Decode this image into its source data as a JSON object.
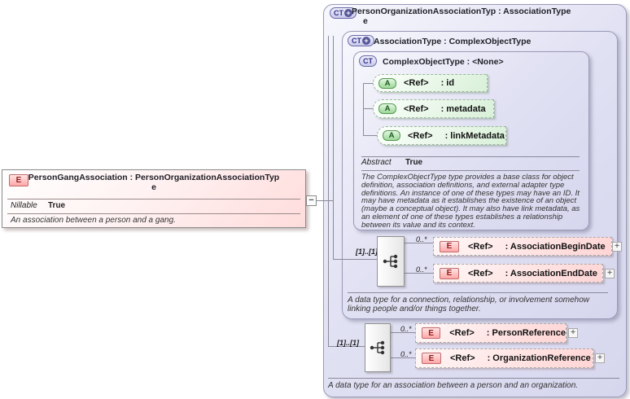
{
  "icons": {
    "collapse": "−",
    "expand": "+",
    "ct_plus": "+"
  },
  "colors": {
    "type_box_fill": "#dcdcf2",
    "type_box_border": "#9a9ab8",
    "element_fill": "#ffdcdc",
    "element_badge_border": "#c26a6a",
    "attribute_fill": "#d8f0d8",
    "attribute_badge_border": "#55994f",
    "ct_badge_text": "#32328c"
  },
  "element_box": {
    "badge": "E",
    "title_lines": [
      "PersonGangAssociation : PersonOrganizationAssociationTyp",
      "e"
    ],
    "properties": [
      {
        "name": "Nillable",
        "value": "True"
      }
    ],
    "description": "An association between a person and a gang."
  },
  "outer_type": {
    "badge": "CT",
    "title_lines": [
      "PersonOrganizationAssociationTyp : AssociationType",
      "e"
    ],
    "description": "A data type for an association between a person and an organization.",
    "content_model": {
      "cardinality": "[1]..[1]",
      "items": [
        {
          "occurs": "0..*",
          "badge": "E",
          "ref_label": "<Ref>",
          "type_label": ": PersonReference"
        },
        {
          "occurs": "0..*",
          "badge": "E",
          "ref_label": "<Ref>",
          "type_label": ": OrganizationReference"
        }
      ]
    },
    "base_type": {
      "badge": "CT",
      "title": "AssociationType : ComplexObjectType",
      "description": "A data type for a connection, relationship, or involvement somehow linking people and/or things together.",
      "content_model": {
        "cardinality": "[1]..[1]",
        "items": [
          {
            "occurs": "0..*",
            "badge": "E",
            "ref_label": "<Ref>",
            "type_label": ": AssociationBeginDate"
          },
          {
            "occurs": "0..*",
            "badge": "E",
            "ref_label": "<Ref>",
            "type_label": ": AssociationEndDate"
          }
        ]
      },
      "base_type": {
        "badge": "CT",
        "title": "ComplexObjectType : <None>",
        "attributes": [
          {
            "badge": "A",
            "ref_label": "<Ref>",
            "type_label": ": id"
          },
          {
            "badge": "A",
            "ref_label": "<Ref>",
            "type_label": ": metadata"
          },
          {
            "badge": "A",
            "ref_label": "<Ref>",
            "type_label": ": linkMetadata"
          }
        ],
        "properties": [
          {
            "name": "Abstract",
            "value": "True"
          }
        ],
        "description": "The ComplexObjectType type provides a base class for object definition, association definitions, and external adapter type definitions. An instance of one of these types may have an ID. It may have metadata as it establishes the existence of an object (maybe a conceptual object). It may also have link metadata, as an element of one of these types establishes a relationship between its value and its context."
      }
    }
  }
}
